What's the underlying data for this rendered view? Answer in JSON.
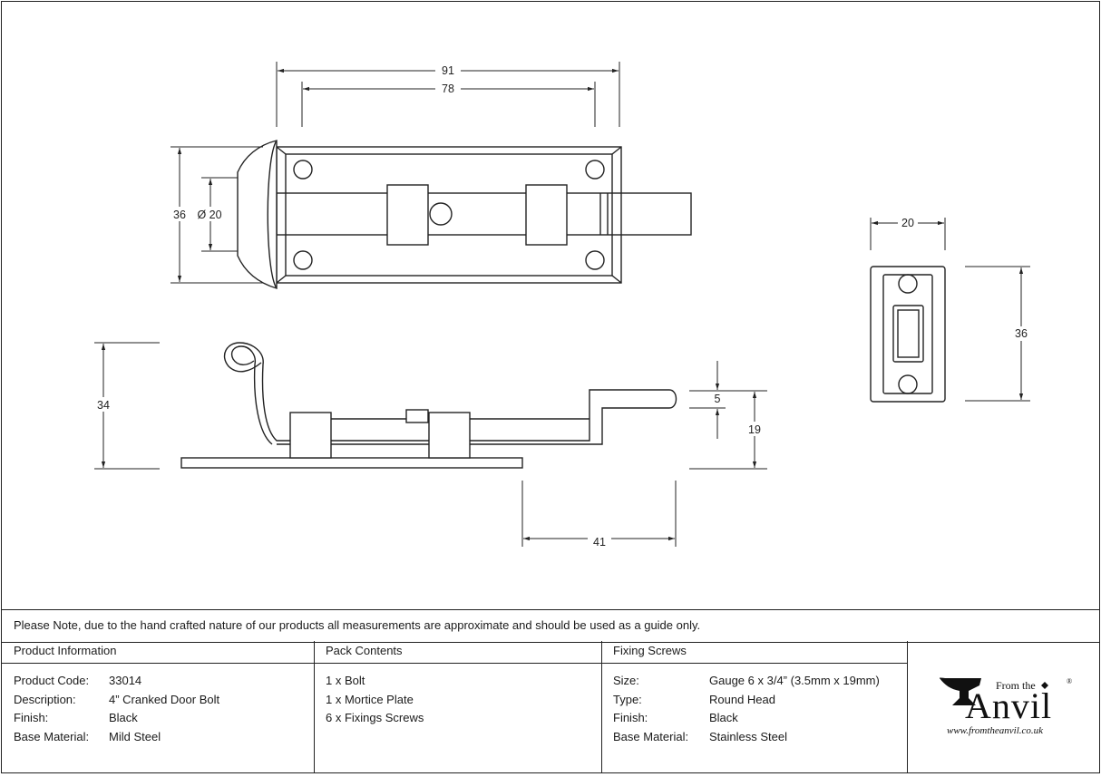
{
  "dimensions": {
    "overall_length": "91",
    "plate_length": "78",
    "plate_height": "36",
    "knob_diameter": "Ø 20",
    "side_height": "34",
    "crank_offset": "5",
    "bolt_height": "19",
    "bolt_projection": "41",
    "keep_width": "20",
    "keep_height": "36"
  },
  "note": "Please Note, due to the hand crafted nature of our products all measurements are approximate and should be used as a guide only.",
  "product_information": {
    "heading": "Product Information",
    "rows": [
      {
        "label": "Product Code:",
        "value": "33014"
      },
      {
        "label": "Description:",
        "value": "4” Cranked Door Bolt"
      },
      {
        "label": "Finish:",
        "value": "Black"
      },
      {
        "label": "Base Material:",
        "value": "Mild Steel"
      }
    ]
  },
  "pack_contents": {
    "heading": "Pack Contents",
    "items": [
      "1 x Bolt",
      "1 x Mortice Plate",
      "6 x Fixings Screws"
    ]
  },
  "fixing_screws": {
    "heading": "Fixing Screws",
    "rows": [
      {
        "label": "Size:",
        "value": "Gauge 6 x 3/4” (3.5mm x 19mm)"
      },
      {
        "label": "Type:",
        "value": "Round Head"
      },
      {
        "label": "Finish:",
        "value": "Black"
      },
      {
        "label": "Base Material:",
        "value": "Stainless Steel"
      }
    ]
  },
  "logo": {
    "from_the": "From the",
    "name": "Anvil",
    "registered": "®",
    "url": "www.fromtheanvil.co.uk"
  },
  "colors": {
    "ink": "#1a1a1a",
    "background": "#ffffff"
  }
}
